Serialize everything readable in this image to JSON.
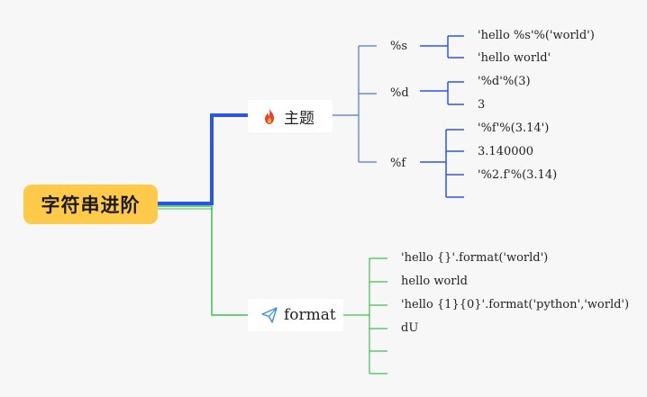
{
  "root": {
    "label": "字符串进阶"
  },
  "branches": [
    {
      "label": "主题",
      "icon": "fire-icon",
      "color": "#2a56e8",
      "children": [
        {
          "label": "%s",
          "children": [
            "'hello %s'%('world')",
            "'hello world'"
          ]
        },
        {
          "label": "%d",
          "children": [
            "'%d'%(3)",
            "3"
          ]
        },
        {
          "label": "%f",
          "children": [
            "'%f'%(3.14')",
            "3.140000",
            "'%2.f'%(3.14)",
            ""
          ]
        }
      ]
    },
    {
      "label": "format",
      "icon": "paper-plane-icon",
      "color": "#3cc24f",
      "children": [
        "'hello {}'.format('world')",
        "hello world",
        "'hello {1}{0}'.format('python','world')",
        "dU",
        "",
        ""
      ]
    }
  ]
}
